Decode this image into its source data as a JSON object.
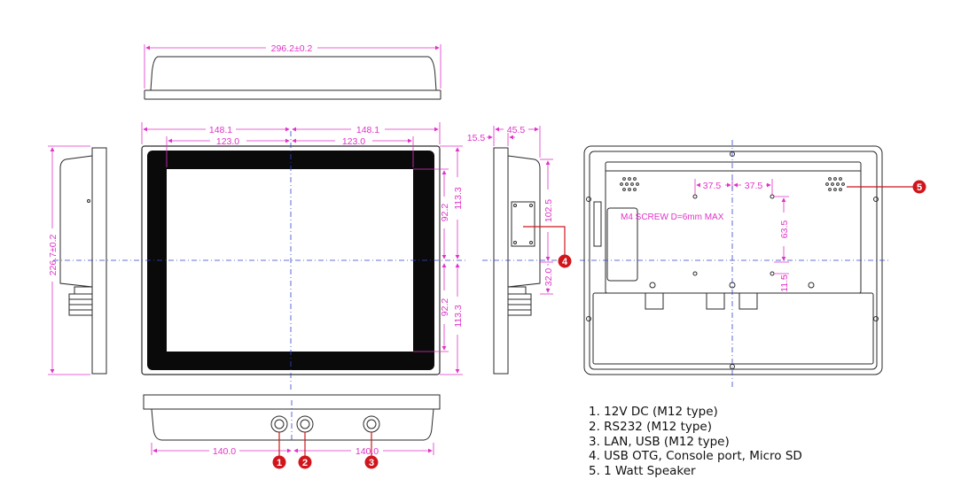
{
  "colors": {
    "line": "#2a2a2a",
    "dimension": "#e033c8",
    "centerline": "#3344cc",
    "callout": "#d0161c",
    "screen": "#0a0a0a"
  },
  "dimensions": {
    "top_width": "296.2±0.2",
    "half_width_left": "148.1",
    "half_width_right": "148.1",
    "inner_left": "123.0",
    "inner_right": "123.0",
    "right_upper": "113.3",
    "right_lower": "113.3",
    "inner_upper": "92.2",
    "inner_lower": "92.2",
    "height": "226.7±0.2",
    "side_total_depth": "45.5",
    "side_bezel_depth": "15.5",
    "side_slot_height": "102.5",
    "side_slot_offset": "32.0",
    "bottom_left": "140.0",
    "bottom_right": "140.0",
    "back_left_spacing": "37.5",
    "back_right_spacing": "37.5",
    "back_vertical": "63.5",
    "back_small": "11.5"
  },
  "notes": {
    "screw": "M4 SCREW D=6mm MAX"
  },
  "callouts": [
    "1",
    "2",
    "3",
    "4",
    "5"
  ],
  "legend": [
    "1. 12V DC (M12 type)",
    "2. RS232 (M12 type)",
    "3. LAN, USB (M12 type)",
    "4. USB OTG, Console port, Micro SD",
    "5. 1 Watt Speaker"
  ]
}
